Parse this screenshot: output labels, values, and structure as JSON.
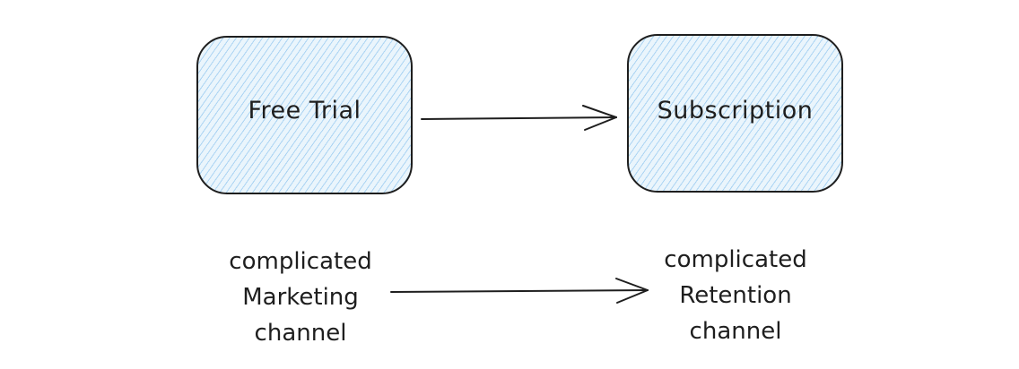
{
  "nodes": {
    "free_trial": {
      "label": "Free Trial"
    },
    "subscription": {
      "label": "Subscription"
    }
  },
  "notes": {
    "marketing": {
      "lines": [
        "complicated",
        "Marketing",
        "channel"
      ]
    },
    "retention": {
      "lines": [
        "complicated",
        "Retention",
        "channel"
      ]
    }
  },
  "colors": {
    "stroke": "#1e1e1e",
    "fill": "#a5d8ff",
    "background": "#ffffff"
  }
}
